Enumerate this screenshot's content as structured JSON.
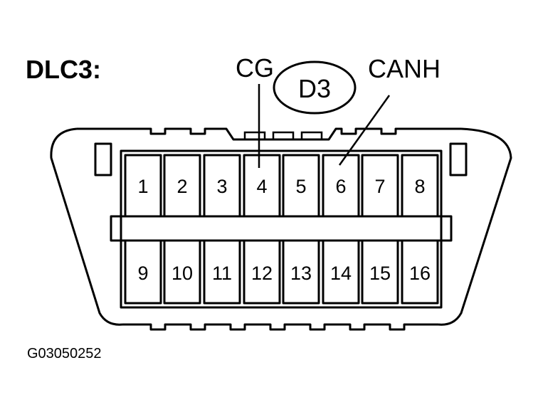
{
  "title": "DLC3:",
  "labels": {
    "cg": "CG",
    "d3": "D3",
    "canh": "CANH"
  },
  "pins_top": [
    "1",
    "2",
    "3",
    "4",
    "5",
    "6",
    "7",
    "8"
  ],
  "pins_bottom": [
    "9",
    "10",
    "11",
    "12",
    "13",
    "14",
    "15",
    "16"
  ],
  "figure_code": "G03050252"
}
